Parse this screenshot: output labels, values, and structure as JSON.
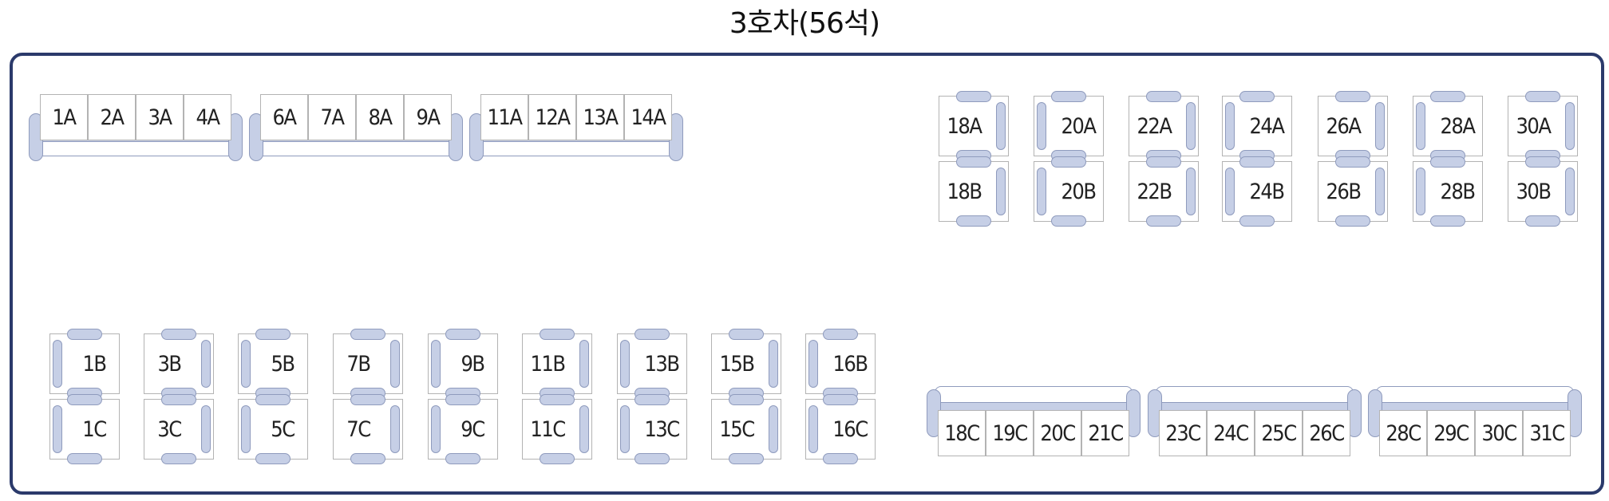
{
  "title": "3호차(56석)",
  "colors": {
    "frame": "#2b3a6b",
    "cushion": "#c6cfe6",
    "cushion_border": "#8f9bbd",
    "cell_border": "#b3b3b3"
  },
  "benches_top": [
    [
      "1A",
      "2A",
      "3A",
      "4A"
    ],
    [
      "6A",
      "7A",
      "8A",
      "9A"
    ],
    [
      "11A",
      "12A",
      "13A",
      "14A"
    ]
  ],
  "benches_bottom": [
    [
      "18C",
      "19C",
      "20C",
      "21C"
    ],
    [
      "23C",
      "24C",
      "25C",
      "26C"
    ],
    [
      "28C",
      "29C",
      "30C",
      "31C"
    ]
  ],
  "seat_pairs_top": [
    [
      "18A",
      "18B"
    ],
    [
      "20A",
      "20B"
    ],
    [
      "22A",
      "22B"
    ],
    [
      "24A",
      "24B"
    ],
    [
      "26A",
      "26B"
    ],
    [
      "28A",
      "28B"
    ],
    [
      "30A",
      "30B"
    ]
  ],
  "seat_pairs_bottom": [
    [
      "1B",
      "1C"
    ],
    [
      "3B",
      "3C"
    ],
    [
      "5B",
      "5C"
    ],
    [
      "7B",
      "7C"
    ],
    [
      "9B",
      "9C"
    ],
    [
      "11B",
      "11C"
    ],
    [
      "13B",
      "13C"
    ],
    [
      "15B",
      "15C"
    ],
    [
      "16B",
      "16C"
    ]
  ]
}
